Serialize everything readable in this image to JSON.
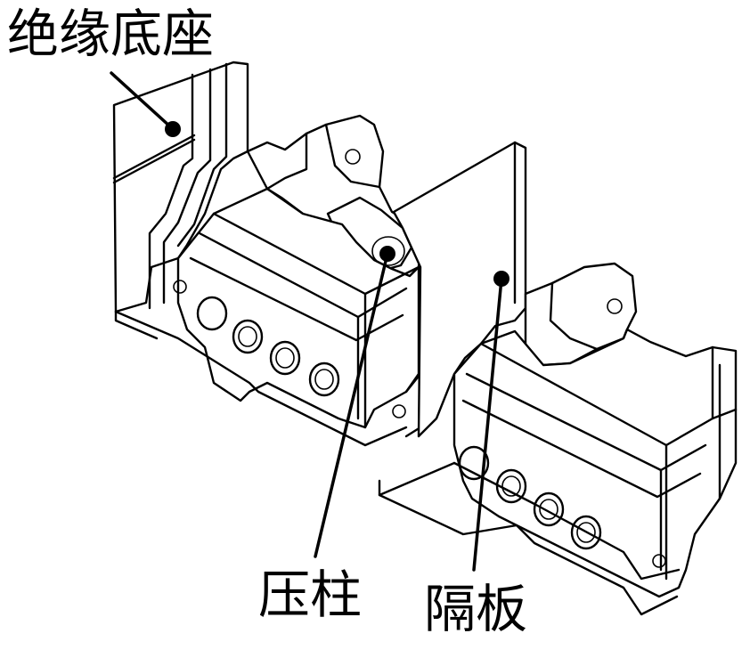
{
  "labels": {
    "insulating_base": "绝缘底座",
    "pressing_post": "压柱",
    "partition": "隔板"
  }
}
